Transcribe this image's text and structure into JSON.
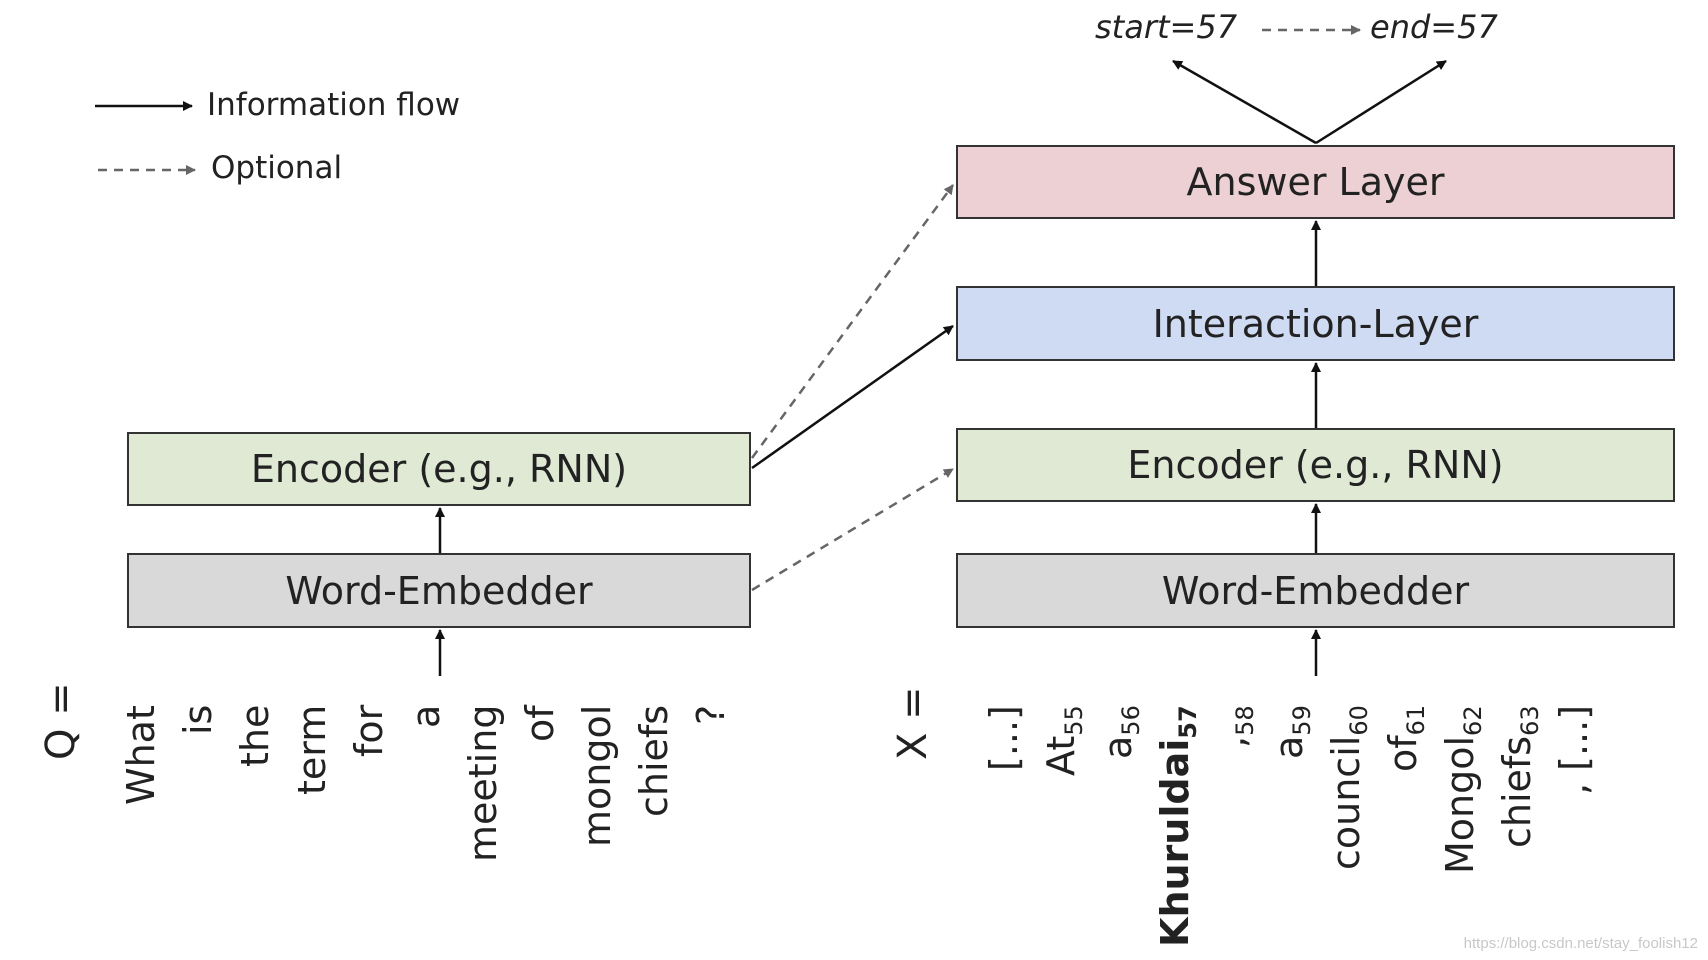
{
  "legend": {
    "info_flow_label": "Information flow",
    "optional_label": "Optional"
  },
  "output": {
    "start_label": "start=57",
    "end_label": "end=57"
  },
  "question_side": {
    "prefix": "Q =",
    "encoder_label": "Encoder (e.g., RNN)",
    "embedder_label": "Word-Embedder",
    "tokens": [
      "What",
      "is",
      "the",
      "term",
      "for",
      "a",
      "meeting",
      "of",
      "mongol",
      "chiefs",
      "?"
    ]
  },
  "context_side": {
    "prefix": "X =",
    "answer_label": "Answer Layer",
    "interaction_label": "Interaction-Layer",
    "encoder_label": "Encoder (e.g., RNN)",
    "embedder_label": "Word-Embedder",
    "tokens": [
      {
        "text": "[...]",
        "index": ""
      },
      {
        "text": "At",
        "index": "55"
      },
      {
        "text": "a",
        "index": "56"
      },
      {
        "text": "Khuruldai",
        "index": "57",
        "bold": true
      },
      {
        "text": ",",
        "index": "58"
      },
      {
        "text": "a",
        "index": "59"
      },
      {
        "text": "council",
        "index": "60"
      },
      {
        "text": "of",
        "index": "61"
      },
      {
        "text": "Mongol",
        "index": "62"
      },
      {
        "text": "chiefs",
        "index": "63"
      },
      {
        "text": ", [...]",
        "index": ""
      }
    ]
  },
  "colors": {
    "answer": "#ecd0d4",
    "interaction": "#cfdaf3",
    "encoder": "#dfe9d4",
    "embedder": "#d9d9d9",
    "arrow": "#111111",
    "dashed": "#666666"
  },
  "watermark": "https://blog.csdn.net/stay_foolish12"
}
